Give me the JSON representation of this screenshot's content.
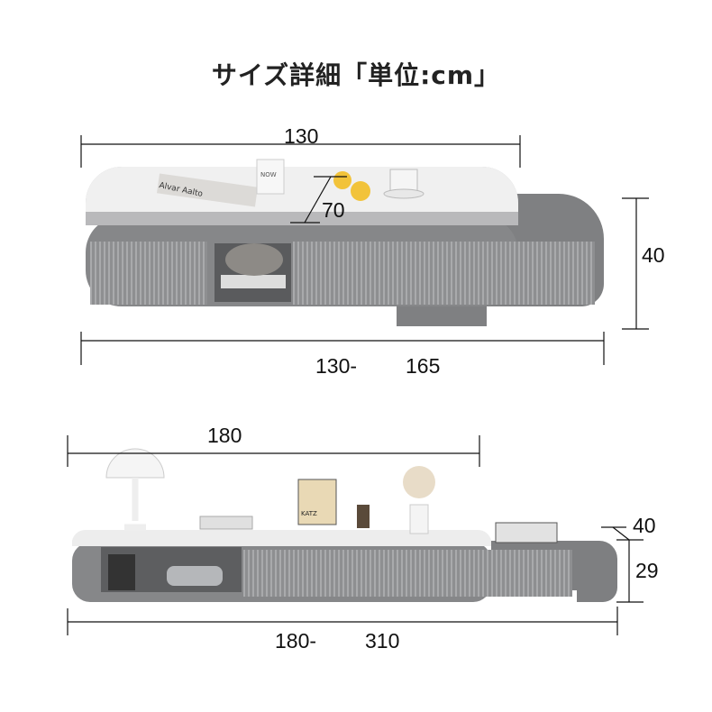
{
  "title": "サイズ詳細「単位:cm」",
  "coffee_table": {
    "top_width": "130",
    "depth": "70",
    "height": "40",
    "extended_width_min": "130-",
    "extended_width_max": "165",
    "book_text": "Alvar Aalto",
    "mug_text": "NOW"
  },
  "tv_stand": {
    "top_width": "180",
    "top_height": "40",
    "body_height": "29",
    "extended_width_min": "180-",
    "extended_width_max": "310",
    "poster_text": "KATZ"
  },
  "colors": {
    "body": "#8a8b8d",
    "top": "#eeeeee",
    "line": "#111111"
  }
}
